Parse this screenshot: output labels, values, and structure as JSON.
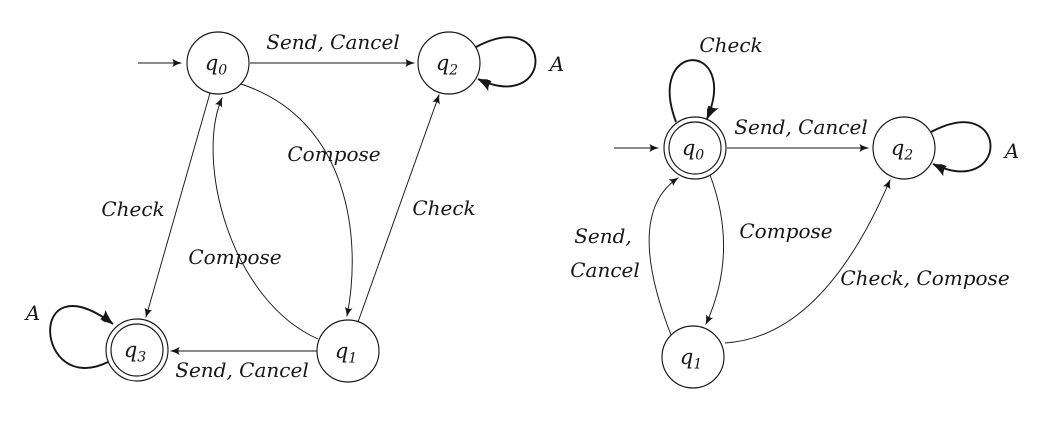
{
  "figure": {
    "type": "finite-automaton-pair",
    "background": "#ffffff",
    "ink_color": "#161616",
    "left_automaton": {
      "initial_state": "q0",
      "accepting_states": [
        "q3"
      ],
      "states": [
        {
          "id": "q0",
          "base": "q",
          "sub": "0"
        },
        {
          "id": "q1",
          "base": "q",
          "sub": "1"
        },
        {
          "id": "q2",
          "base": "q",
          "sub": "2"
        },
        {
          "id": "q3",
          "base": "q",
          "sub": "3"
        }
      ],
      "transitions": [
        {
          "from": "q0",
          "to": "q2",
          "label": "Send, Cancel"
        },
        {
          "from": "q2",
          "to": "q2",
          "label": "A"
        },
        {
          "from": "q0",
          "to": "q1",
          "label": "Compose"
        },
        {
          "from": "q1",
          "to": "q0",
          "label": "Compose"
        },
        {
          "from": "q0",
          "to": "q3",
          "label": "Check"
        },
        {
          "from": "q1",
          "to": "q2",
          "label": "Check"
        },
        {
          "from": "q1",
          "to": "q3",
          "label": "Send, Cancel"
        },
        {
          "from": "q3",
          "to": "q3",
          "label": "A"
        }
      ]
    },
    "right_automaton": {
      "initial_state": "q0",
      "accepting_states": [
        "q0"
      ],
      "states": [
        {
          "id": "q0",
          "base": "q",
          "sub": "0"
        },
        {
          "id": "q1",
          "base": "q",
          "sub": "1"
        },
        {
          "id": "q2",
          "base": "q",
          "sub": "2"
        }
      ],
      "transitions": [
        {
          "from": "q0",
          "to": "q0",
          "label": "Check"
        },
        {
          "from": "q0",
          "to": "q2",
          "label": "Send, Cancel"
        },
        {
          "from": "q2",
          "to": "q2",
          "label": "A"
        },
        {
          "from": "q1",
          "to": "q0",
          "label": "Send, Cancel",
          "label_lines": [
            "Send,",
            "Cancel"
          ]
        },
        {
          "from": "q0",
          "to": "q1",
          "label": "Compose"
        },
        {
          "from": "q1",
          "to": "q2",
          "label": "Check, Compose"
        }
      ]
    }
  }
}
